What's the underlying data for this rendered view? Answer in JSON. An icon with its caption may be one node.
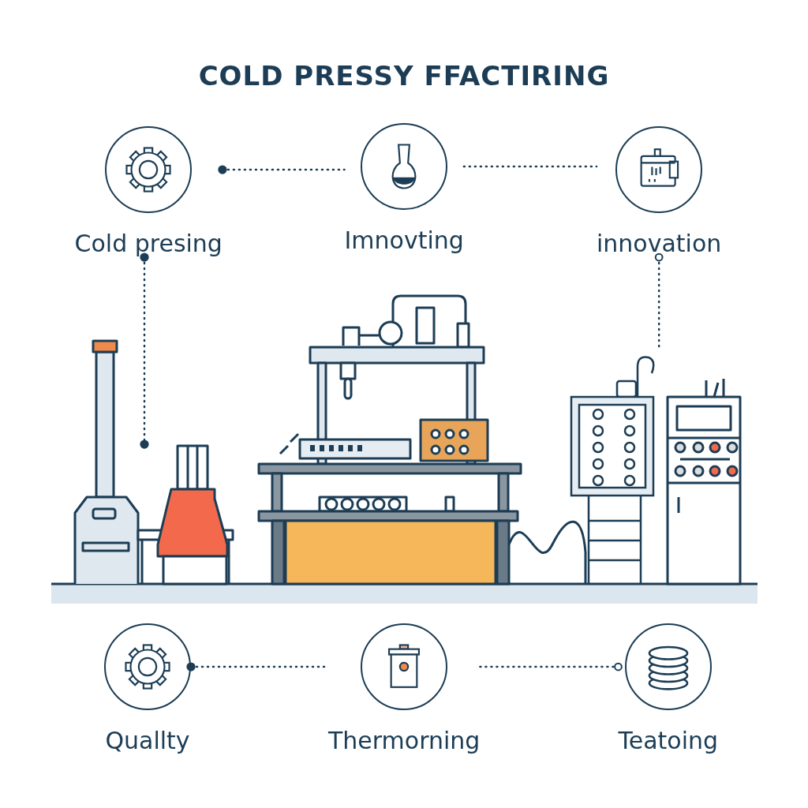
{
  "diagram": {
    "title": "COLD PRESSY FFACTIRING",
    "nodes": [
      {
        "text": [
          "Cold presing"
        ]
      },
      {
        "text": [
          "Imnovting"
        ]
      },
      {
        "text": [
          "innovation"
        ]
      },
      {
        "text": [
          "Quallty"
        ]
      },
      {
        "text": [
          "Thermorning"
        ]
      },
      {
        "text": [
          "Teatoing"
        ]
      },
      {
        "text": [],
        "shape": "picture"
      }
    ],
    "edges": [
      {
        "from": 0,
        "to": 1,
        "arrow": "other",
        "style": "dashed"
      },
      {
        "from": 1,
        "to": 2,
        "arrow": "none",
        "style": "dashed"
      },
      {
        "from": 0,
        "to": null,
        "arrow": "other",
        "style": "dashed"
      },
      {
        "from": 2,
        "to": 6,
        "arrow": "other",
        "style": "dashed"
      },
      {
        "from": 3,
        "to": 4,
        "arrow": "other",
        "style": "dashed"
      },
      {
        "from": 4,
        "to": 5,
        "arrow": "other",
        "style": "dashed"
      }
    ]
  }
}
